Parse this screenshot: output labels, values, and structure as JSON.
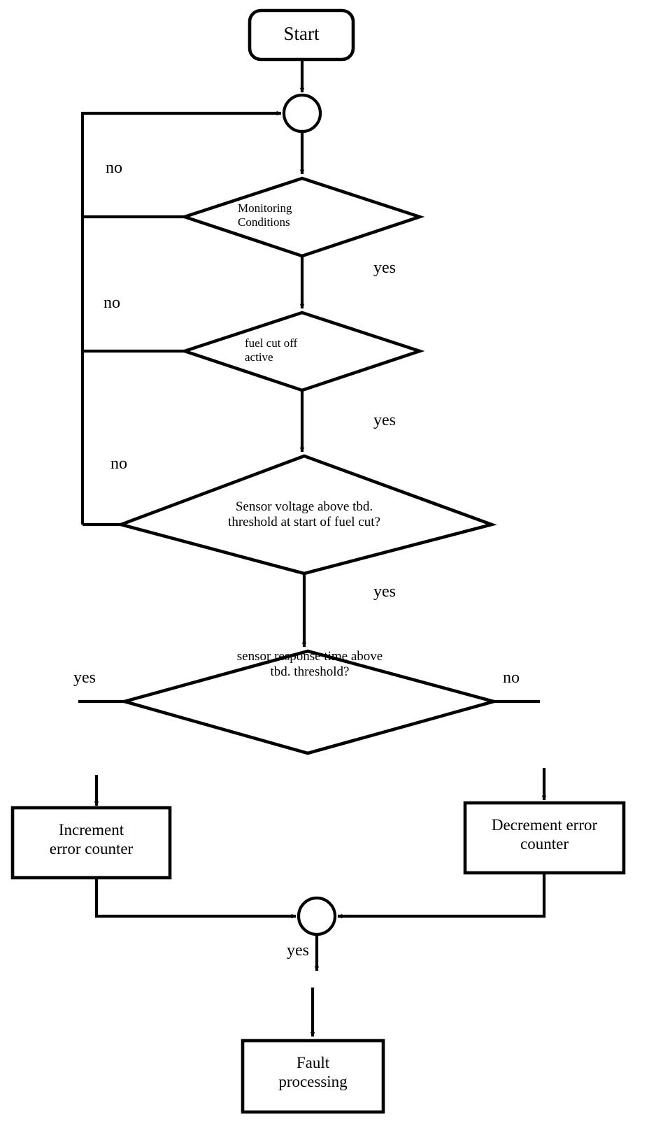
{
  "diagram": {
    "title": "Sensor fuel-cut monitoring fault detection flowchart",
    "type": "flowchart",
    "background_color": "#ffffff",
    "line_color": "#000000",
    "text_color": "#000000"
  },
  "nodes": {
    "start": {
      "id": "start",
      "shape": "rounded-rectangle",
      "label": "Start"
    },
    "junction_top": {
      "id": "junction-top",
      "shape": "circle",
      "label": ""
    },
    "decision_monitoring": {
      "id": "decision-monitoring",
      "shape": "diamond",
      "label": "Monitoring\nConditions"
    },
    "decision_fuelcut": {
      "id": "decision-fuelcut",
      "shape": "diamond",
      "label": "fuel cut off\nactive"
    },
    "decision_voltage": {
      "id": "decision-voltage",
      "shape": "diamond",
      "label": "Sensor voltage above tbd.\nthreshold at start of fuel cut?"
    },
    "decision_response": {
      "id": "decision-response",
      "shape": "diamond",
      "label": "sensor response time above\ntbd. threshold?"
    },
    "increment": {
      "id": "increment-error-counter",
      "shape": "rectangle",
      "label": "Increment\nerror counter"
    },
    "decrement": {
      "id": "decrement-error-counter",
      "shape": "rectangle",
      "label": "Decrement error\ncounter"
    },
    "junction_bottom": {
      "id": "junction-bottom",
      "shape": "circle",
      "label": ""
    },
    "fault": {
      "id": "fault-processing",
      "shape": "rectangle",
      "label": "Fault\nprocessing"
    }
  },
  "edge_labels": {
    "monitoring_no": "no",
    "monitoring_yes": "yes",
    "fuelcut_no": "no",
    "fuelcut_yes": "yes",
    "voltage_no": "no",
    "voltage_yes": "yes",
    "response_yes": "yes",
    "response_no": "no",
    "junction_yes": "yes"
  },
  "edges": [
    {
      "from": "start",
      "to": "junction_top",
      "label": ""
    },
    {
      "from": "junction_top",
      "to": "decision_monitoring",
      "label": ""
    },
    {
      "from": "decision_monitoring",
      "to": "junction_top",
      "label": "no"
    },
    {
      "from": "decision_monitoring",
      "to": "decision_fuelcut",
      "label": "yes"
    },
    {
      "from": "decision_fuelcut",
      "to": "junction_top",
      "label": "no"
    },
    {
      "from": "decision_fuelcut",
      "to": "decision_voltage",
      "label": "yes"
    },
    {
      "from": "decision_voltage",
      "to": "junction_top",
      "label": "no"
    },
    {
      "from": "decision_voltage",
      "to": "decision_response",
      "label": "yes"
    },
    {
      "from": "decision_response",
      "to": "increment",
      "label": "yes"
    },
    {
      "from": "decision_response",
      "to": "decrement",
      "label": "no"
    },
    {
      "from": "increment",
      "to": "junction_bottom",
      "label": ""
    },
    {
      "from": "decrement",
      "to": "junction_bottom",
      "label": ""
    },
    {
      "from": "junction_bottom",
      "to": "fault",
      "label": "yes"
    }
  ]
}
